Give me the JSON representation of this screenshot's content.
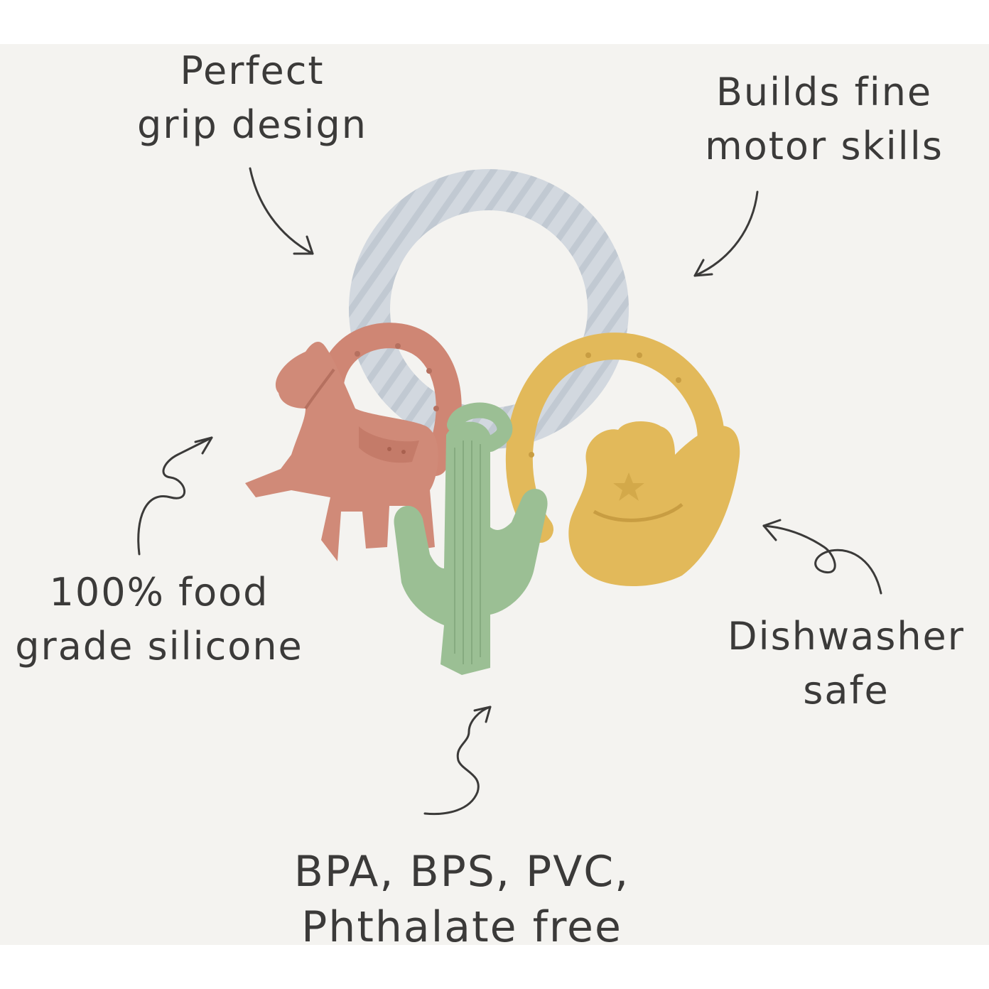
{
  "callouts": {
    "grip": {
      "line1": "Perfect",
      "line2": "grip design"
    },
    "motor": {
      "line1": "Builds fine",
      "line2": "motor skills"
    },
    "silicone": {
      "line1": "100% food",
      "line2": "grade silicone"
    },
    "dishwasher": {
      "line1": "Dishwasher",
      "line2": "safe"
    },
    "materials": {
      "line1": "BPA, BPS, PVC,",
      "line2": "Phthalate free"
    }
  },
  "product": {
    "charms": [
      "horse-charm",
      "cactus-charm",
      "cowboy-hat-charm"
    ],
    "colors": {
      "ring": "#c9d0d8",
      "horse": "#d08a78",
      "cactus": "#9bbf94",
      "hat": "#e2b95a",
      "background": "#f4f3f0",
      "text": "#3b3a39"
    }
  }
}
